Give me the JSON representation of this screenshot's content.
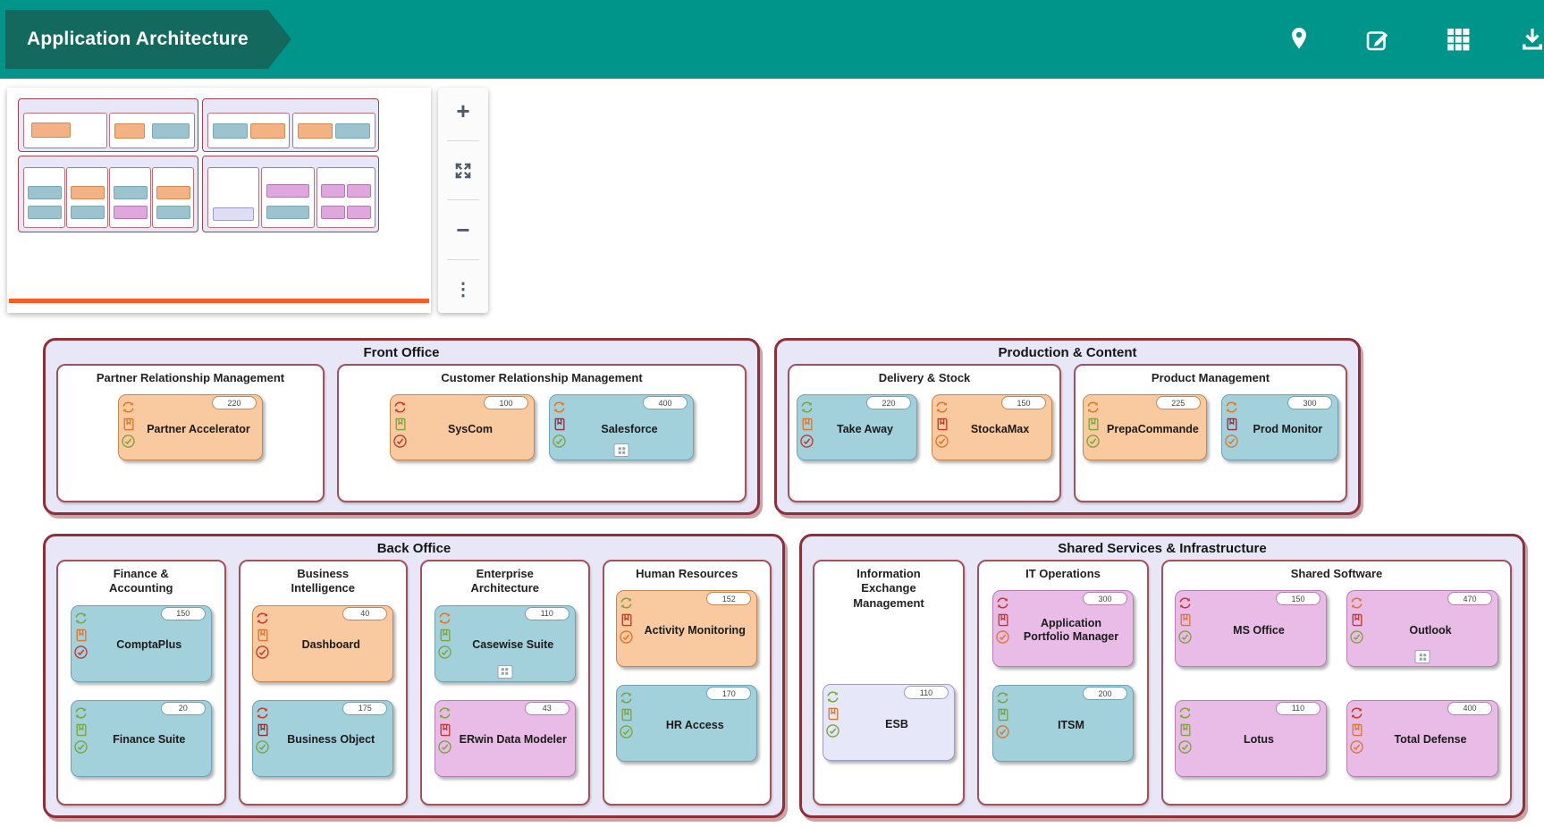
{
  "header": {
    "title": "Application Architecture",
    "icons": [
      "location-pin",
      "edit",
      "grid-view",
      "download"
    ]
  },
  "minimap": {
    "description": "diagram overview thumbnail"
  },
  "zoom_controls": {
    "zoom_in": "+",
    "fit_view": "fit-view-icon",
    "zoom_out": "−",
    "more": "⋮"
  },
  "colors": {
    "header_bg": "#00958A",
    "banner_bg": "#14695F",
    "zone_border": "#8E3039",
    "zone_fill": "#E7E7F8",
    "group_border": "#A65059",
    "minimap_line": "#FF5B22",
    "card_fills": {
      "orange": {
        "bg": "#F9C9A0",
        "border": "#C9854E"
      },
      "blue": {
        "bg": "#A2D0DB",
        "border": "#6FA3B4"
      },
      "pink": {
        "bg": "#E9BBE7",
        "border": "#B77EB4"
      },
      "lavender": {
        "bg": "#E6E7F8",
        "border": "#9B9CC9"
      }
    },
    "status": {
      "green": "#7FA33B",
      "orange": "#D9782D",
      "red": "#C0392B",
      "darkred": "#8E3039"
    }
  },
  "containers": [
    {
      "title": "Front Office",
      "groups": [
        {
          "title": "Partner Relationship Management",
          "apps": [
            {
              "name": "Partner Accelerator",
              "count": "220",
              "color": "orange",
              "icons": [
                "orange",
                "orange",
                "green"
              ],
              "expander": false
            }
          ]
        },
        {
          "title": "Customer Relationship Management",
          "apps": [
            {
              "name": "SysCom",
              "count": "100",
              "color": "orange",
              "icons": [
                "red",
                "green",
                "red"
              ],
              "expander": false
            },
            {
              "name": "Salesforce",
              "count": "400",
              "color": "blue",
              "icons": [
                "orange",
                "darkred",
                "green"
              ],
              "expander": true
            }
          ]
        }
      ]
    },
    {
      "title": "Production & Content",
      "groups": [
        {
          "title": "Delivery & Stock",
          "apps": [
            {
              "name": "Take Away",
              "count": "220",
              "color": "blue",
              "icons": [
                "green",
                "orange",
                "red"
              ],
              "expander": false
            },
            {
              "name": "StockaMax",
              "count": "150",
              "color": "orange",
              "icons": [
                "orange",
                "red",
                "orange"
              ],
              "expander": false
            }
          ]
        },
        {
          "title": "Product Management",
          "apps": [
            {
              "name": "PrepaCommande",
              "count": "225",
              "color": "orange",
              "icons": [
                "orange",
                "green",
                "green"
              ],
              "expander": false
            },
            {
              "name": "Prod Monitor",
              "count": "300",
              "color": "blue",
              "icons": [
                "orange",
                "darkred",
                "orange"
              ],
              "expander": false
            }
          ]
        }
      ]
    },
    {
      "title": "Back Office",
      "groups": [
        {
          "title": "Finance &\nAccounting",
          "apps": [
            {
              "name": "ComptaPlus",
              "count": "150",
              "color": "blue",
              "icons": [
                "green",
                "orange",
                "red"
              ],
              "expander": false
            },
            {
              "name": "Finance Suite",
              "count": "20",
              "color": "blue",
              "icons": [
                "green",
                "green",
                "green"
              ],
              "expander": false
            }
          ]
        },
        {
          "title": "Business\nIntelligence",
          "apps": [
            {
              "name": "Dashboard",
              "count": "40",
              "color": "orange",
              "icons": [
                "red",
                "orange",
                "red"
              ],
              "expander": false
            },
            {
              "name": "Business Object",
              "count": "175",
              "color": "blue",
              "icons": [
                "red",
                "darkred",
                "green"
              ],
              "expander": false
            }
          ]
        },
        {
          "title": "Enterprise\nArchitecture",
          "apps": [
            {
              "name": "Casewise Suite",
              "count": "110",
              "color": "blue",
              "icons": [
                "orange",
                "green",
                "green"
              ],
              "expander": true
            },
            {
              "name": "ERwin Data Modeler",
              "count": "43",
              "color": "pink",
              "icons": [
                "green",
                "red",
                "green"
              ],
              "expander": false
            }
          ]
        },
        {
          "title": "Human Resources",
          "apps": [
            {
              "name": "Activity Monitoring",
              "count": "152",
              "color": "orange",
              "icons": [
                "green",
                "red",
                "orange"
              ],
              "expander": false
            },
            {
              "name": "HR Access",
              "count": "170",
              "color": "blue",
              "icons": [
                "green",
                "green",
                "green"
              ],
              "expander": false
            }
          ]
        }
      ]
    },
    {
      "title": "Shared Services & Infrastructure",
      "groups": [
        {
          "title": "Information\nExchange\nManagement",
          "apps": [
            {
              "name": "ESB",
              "count": "110",
              "color": "lavender",
              "icons": [
                "green",
                "orange",
                "green"
              ],
              "expander": false
            }
          ]
        },
        {
          "title": "IT Operations",
          "apps": [
            {
              "name": "Application Portfolio Manager",
              "count": "300",
              "color": "pink",
              "icons": [
                "red",
                "red",
                "orange"
              ],
              "expander": false
            },
            {
              "name": "ITSM",
              "count": "200",
              "color": "blue",
              "icons": [
                "green",
                "green",
                "orange"
              ],
              "expander": false
            }
          ]
        },
        {
          "title": "Shared Software",
          "apps": [
            {
              "name": "MS Office",
              "count": "150",
              "color": "pink",
              "icons": [
                "red",
                "orange",
                "green"
              ],
              "expander": false
            },
            {
              "name": "Outlook",
              "count": "470",
              "color": "pink",
              "icons": [
                "orange",
                "red",
                "green"
              ],
              "expander": true
            },
            {
              "name": "Lotus",
              "count": "110",
              "color": "pink",
              "icons": [
                "green",
                "green",
                "green"
              ],
              "expander": false
            },
            {
              "name": "Total Defense",
              "count": "400",
              "color": "pink",
              "icons": [
                "red",
                "orange",
                "orange"
              ],
              "expander": false
            }
          ]
        }
      ]
    }
  ]
}
